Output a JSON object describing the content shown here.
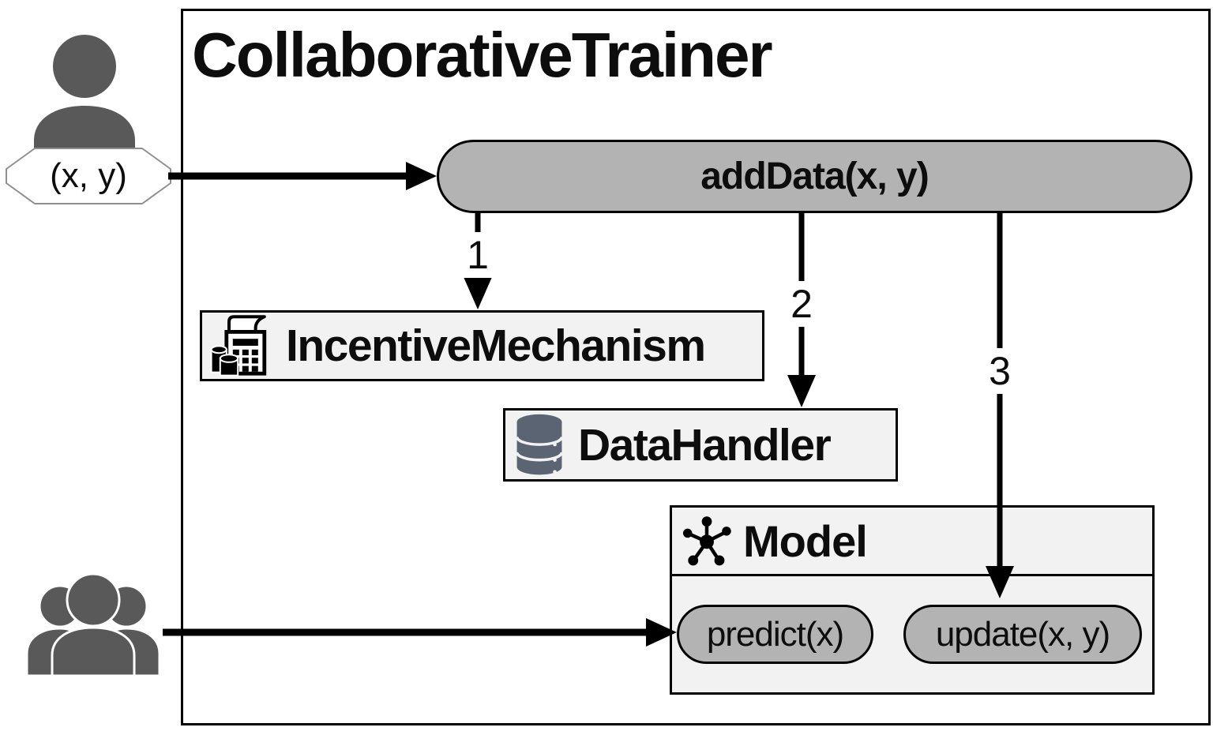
{
  "diagram": {
    "title": "CollaborativeTrainer",
    "data_provider": {
      "bubble_label": "(x, y)"
    },
    "add_data": {
      "label": "addData(x, y)"
    },
    "incentive_mechanism": {
      "label": "IncentiveMechanism"
    },
    "data_handler": {
      "label": "DataHandler"
    },
    "model": {
      "label": "Model",
      "methods": {
        "predict": "predict(x)",
        "update": "update(x, y)"
      }
    },
    "steps": {
      "s1": "1",
      "s2": "2",
      "s3": "3"
    },
    "colors": {
      "pill_fill": "#b3b3b3",
      "component_fill": "#f2f2f2",
      "person_gray": "#595959",
      "database_gray": "#5a6472",
      "line_black": "#000000"
    }
  }
}
